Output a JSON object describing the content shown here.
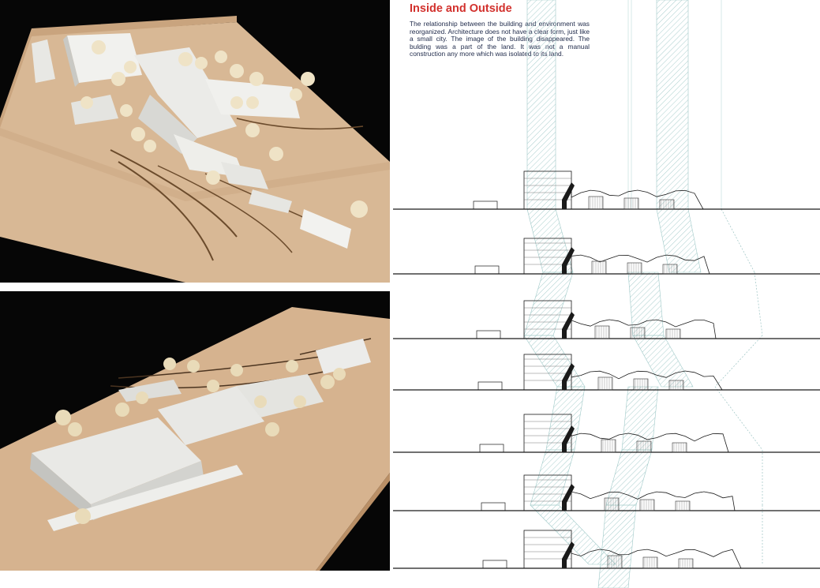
{
  "header": {
    "title": "Inside and Outside",
    "description": "The relationship between the building and environment was reorganized. Architecture does not have a clear form, just like a small city. The image of the building disappeared. The bulding was a part of the land. It was not a manual construction any more which was isolated to its land."
  },
  "photos": [
    {
      "name": "model-photo-top",
      "subject": "white building model on wooden site base with trees"
    },
    {
      "name": "model-photo-bottom",
      "subject": "white building model on wooden site base with trees"
    }
  ],
  "sections": {
    "count": 7,
    "hatch_color": "#9fc9c8",
    "line_color": "#1a1a1a"
  }
}
